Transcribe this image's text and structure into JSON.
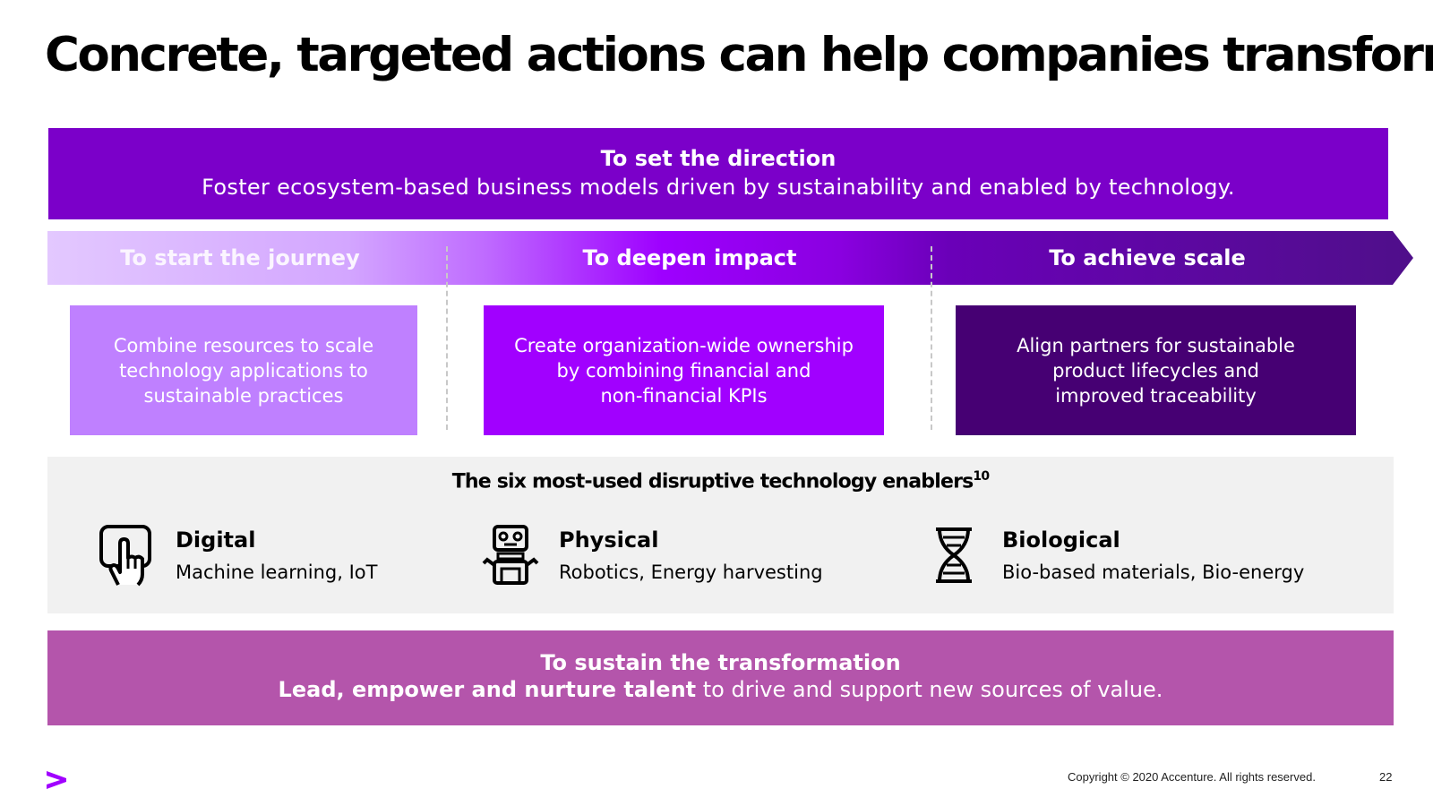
{
  "title": "Concrete, targeted actions can help companies transform",
  "direction": {
    "heading": "To set the direction",
    "text": "Foster ecosystem-based business models driven by sustainability and enabled by technology."
  },
  "phases": [
    {
      "label": "To start the journey",
      "description": "Combine resources to scale\ntechnology applications to\nsustainable practices",
      "color": "#bf80ff"
    },
    {
      "label": "To deepen impact",
      "description": "Create organization-wide ownership\nby combining financial and\nnon-financial KPIs",
      "color": "#a100ff"
    },
    {
      "label": "To achieve scale",
      "description": "Align partners for sustainable\nproduct lifecycles and\nimproved traceability",
      "color": "#460073"
    }
  ],
  "enablers": {
    "heading": "The six most-used disruptive technology enablers",
    "footnote": "10",
    "items": [
      {
        "name": "Digital",
        "description": "Machine learning, IoT",
        "icon": "touch-screen-icon"
      },
      {
        "name": "Physical",
        "description": "Robotics, Energy harvesting",
        "icon": "robot-icon"
      },
      {
        "name": "Biological",
        "description": "Bio-based materials, Bio-energy",
        "icon": "dna-icon"
      }
    ]
  },
  "sustain": {
    "heading": "To sustain the transformation",
    "text_bold": "Lead, empower and nurture talent",
    "text_rest": " to drive and support new sources of value."
  },
  "footer": {
    "copyright": "Copyright © 2020 Accenture. All rights reserved.",
    "page_number": "22"
  },
  "colors": {
    "direction_bg": "#7b00c9",
    "enablers_bg": "#f1f1f1",
    "sustain_bg": "#b455ab",
    "brand_accent": "#a100ff"
  }
}
